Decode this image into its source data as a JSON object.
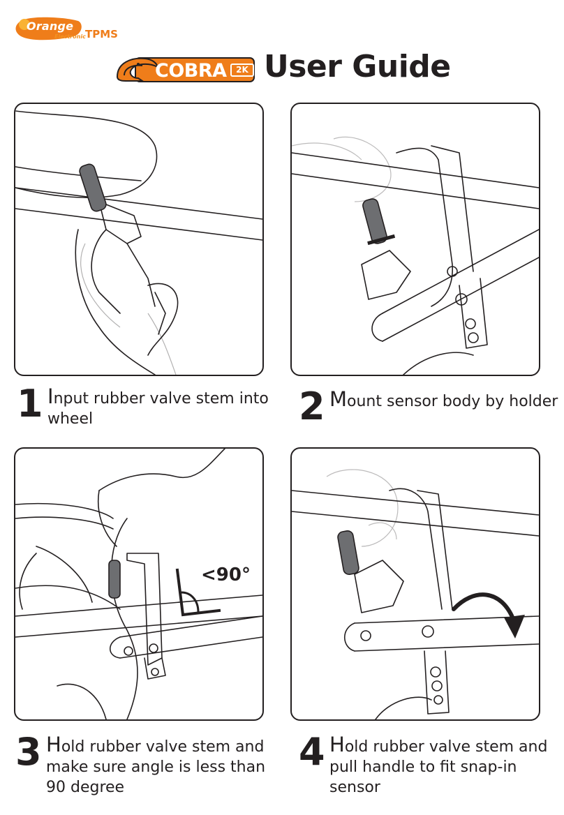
{
  "brand": {
    "name": "Orange",
    "sub": "Electronic",
    "product_line": "TPMS",
    "accent_color": "#ef7d1a"
  },
  "header": {
    "product_name": "COBRA",
    "product_suffix": "2K",
    "title": "User Guide"
  },
  "steps": [
    {
      "number": "1",
      "text": "Input rubber valve stem into wheel"
    },
    {
      "number": "2",
      "text": "Mount sensor body by holder"
    },
    {
      "number": "3",
      "text": "Hold rubber valve stem and make sure angle is less than 90 degree",
      "angle_label": "<90°"
    },
    {
      "number": "4",
      "text": "Hold rubber valve stem and pull handle to fit snap-in sensor"
    }
  ]
}
